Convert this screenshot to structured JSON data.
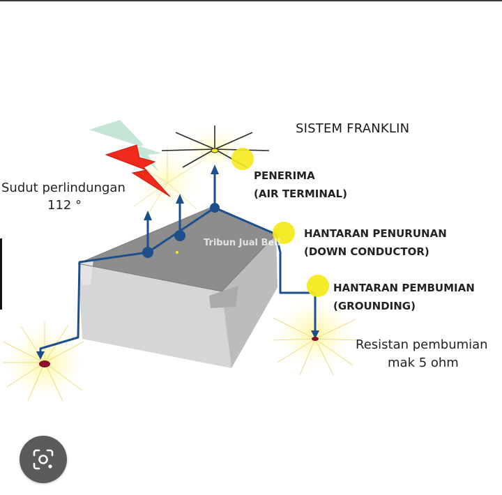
{
  "title": "SISTEM FRANKLIN",
  "labels": {
    "receiver_line1": "PENERIMA",
    "receiver_line2": "(AIR TERMINAL)",
    "down_line1": "HANTARAN PENURUNAN",
    "down_line2": "(DOWN CONDUCTOR)",
    "ground_line1": "HANTARAN PEMBUMIAN",
    "ground_line2": "(GROUNDING)",
    "angle_line1": "Sudut perlindungan",
    "angle_line2": "112 °",
    "resist_line1": "Resistan pembumian",
    "resist_line2": "mak 5 ohm"
  },
  "watermark": "Tribun Jual Beli",
  "colors": {
    "conductor": "#1d4f8c",
    "lightning": "#f02a1a",
    "marker": "#f5ea1e",
    "house_top": "#8d8d8d",
    "house_front": "#d6d6d6",
    "house_side": "#bcbcbc"
  },
  "icons": {
    "camera_button": "lens-search-icon",
    "lightning": "lightning-bolt-icon"
  }
}
